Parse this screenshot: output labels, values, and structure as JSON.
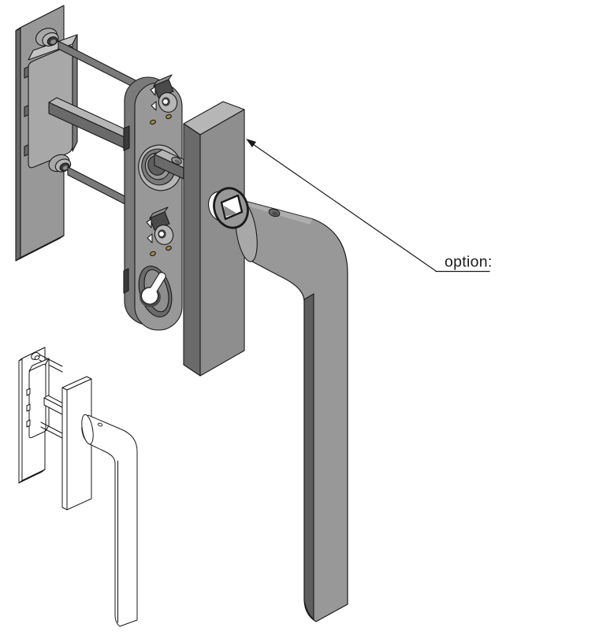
{
  "annotation": {
    "label": "option:"
  },
  "parts": [
    "backplate",
    "mounting-block",
    "screw-spindle-top",
    "screw-spindle-bottom",
    "square-spindle",
    "escutcheon-plate",
    "handle-hub",
    "profile-cylinder-cutout",
    "cover-plate",
    "spindle-rosette",
    "lever-handle",
    "outline-variant-assembly"
  ],
  "colors": {
    "ink": "#1a1a1a",
    "paper": "#ffffff",
    "steel-100": "#c4c4c4",
    "steel-200": "#b6b6b6",
    "steel-300": "#a8a8a8",
    "steel-400": "#989898",
    "steel-450": "#8e8e8e",
    "steel-500": "#7a7a7a",
    "steel-600": "#6a6a6a",
    "steel-700": "#5e5e5e",
    "steel-800": "#4a4a4a",
    "steel-900": "#3a3a3a",
    "brass": "#a0884e"
  }
}
